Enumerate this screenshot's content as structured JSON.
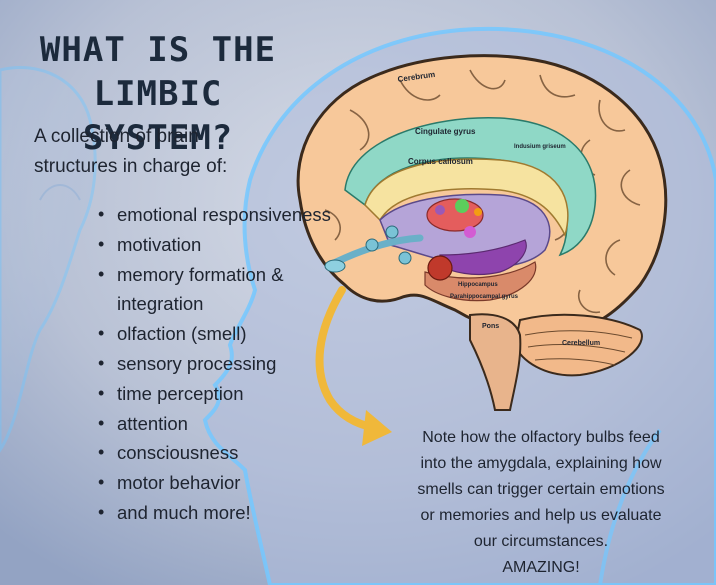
{
  "title": {
    "line1": "WHAT IS THE",
    "line2": "LIMBIC SYSTEM?"
  },
  "intro": "A collection of brain structures in charge of:",
  "bullets": [
    "emotional responsiveness",
    "motivation",
    "memory formation & integration",
    "olfaction (smell)",
    "sensory processing",
    "time perception",
    "attention",
    "consciousness",
    "motor behavior",
    "and much more!"
  ],
  "note": {
    "line1": "Note how the olfactory bulbs feed",
    "line2": "into the amygdala, explaining how",
    "line3": "smells can trigger certain emotions",
    "line4": "or memories and help us evaluate",
    "line5": "our circumstances.",
    "line6": "AMAZING!"
  },
  "brain_labels": {
    "cerebrum": "Cerebrum",
    "cingulate": "Cingulate gyrus",
    "indusium": "Indusium griseum",
    "callosum": "Corpus callosum",
    "hippocampus": "Hippocampus",
    "parahippocampal": "Parahippocampal gyrus",
    "pons": "Pons",
    "cerebellum": "Cerebellum"
  },
  "colors": {
    "background": "#b9c2d6",
    "brain_fill": "#f7c89a",
    "brain_outline": "#3b2a1c",
    "arrow": "#f0b83a",
    "glow": "#6fc6ff"
  }
}
